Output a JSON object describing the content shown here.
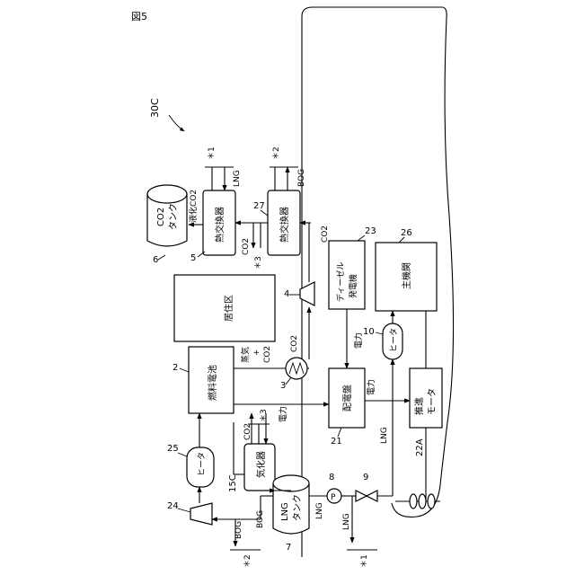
{
  "figure_label": "図5",
  "system_ref": "30C",
  "components": {
    "co2_tank": {
      "ref": "6",
      "line1": "CO2",
      "line2": "タンク"
    },
    "heat_exchanger_5": {
      "ref": "5",
      "label": "熱交換器"
    },
    "heat_exchanger_27": {
      "ref": "27",
      "label": "熱交換器"
    },
    "living_area": {
      "label": "居住区"
    },
    "compressor": {
      "ref": "4"
    },
    "fuel_cell": {
      "ref": "2",
      "label": "燃料電池"
    },
    "condenser": {
      "ref": "3"
    },
    "diesel_generator": {
      "ref": "23",
      "line1": "ディーゼル",
      "line2": "発電機"
    },
    "main_engine": {
      "ref": "26",
      "label": "主機関"
    },
    "heater_10": {
      "ref": "10",
      "label": "ヒータ"
    },
    "switchboard": {
      "ref": "21",
      "label": "配電盤"
    },
    "propulsion_motor": {
      "ref": "22A",
      "line1": "推進",
      "line2": "モータ"
    },
    "heater_25": {
      "ref": "25",
      "label": "ヒータ"
    },
    "vaporizer": {
      "ref": "15C",
      "label": "気化器"
    },
    "blower": {
      "ref": "24"
    },
    "lng_tank": {
      "ref": "7",
      "line1": "LNG",
      "line2": "タンク"
    },
    "pump": {
      "ref": "8",
      "symbol": "P"
    },
    "valve": {
      "ref": "9"
    }
  },
  "labels": {
    "liquefied_co2": "液化CO2",
    "lng": "LNG",
    "bog": "BOG",
    "co2": "CO2",
    "steam_line1": "蒸気",
    "steam_plus": "+",
    "electric_power": "電力",
    "mark_1": "＊1",
    "mark_2": "＊2",
    "mark_3": "＊3"
  }
}
